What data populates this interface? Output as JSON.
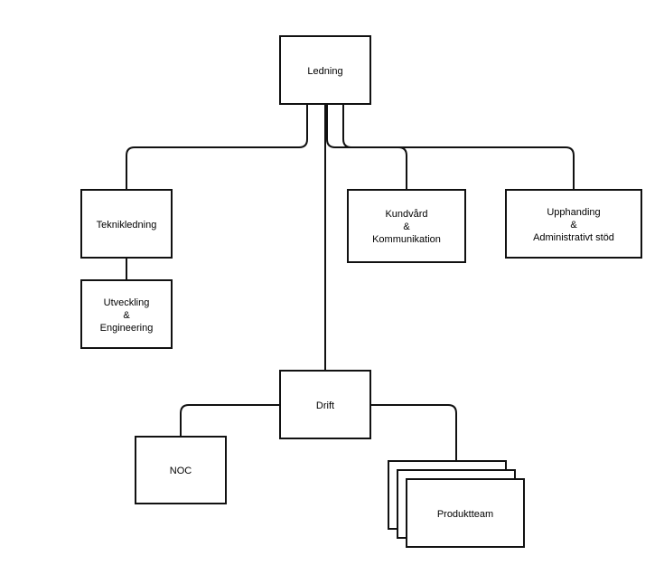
{
  "org_chart": {
    "ledning": "Ledning",
    "teknikledning": "Teknikledning",
    "utveckling": [
      "Utveckling",
      "&",
      "Engineering"
    ],
    "kundvard": [
      "Kundvård",
      "&",
      "Kommunikation"
    ],
    "upphandling": [
      "Upphanding",
      "&",
      "Administrativt stöd"
    ],
    "drift": "Drift",
    "noc": "NOC",
    "produktteam": "Produktteam"
  }
}
